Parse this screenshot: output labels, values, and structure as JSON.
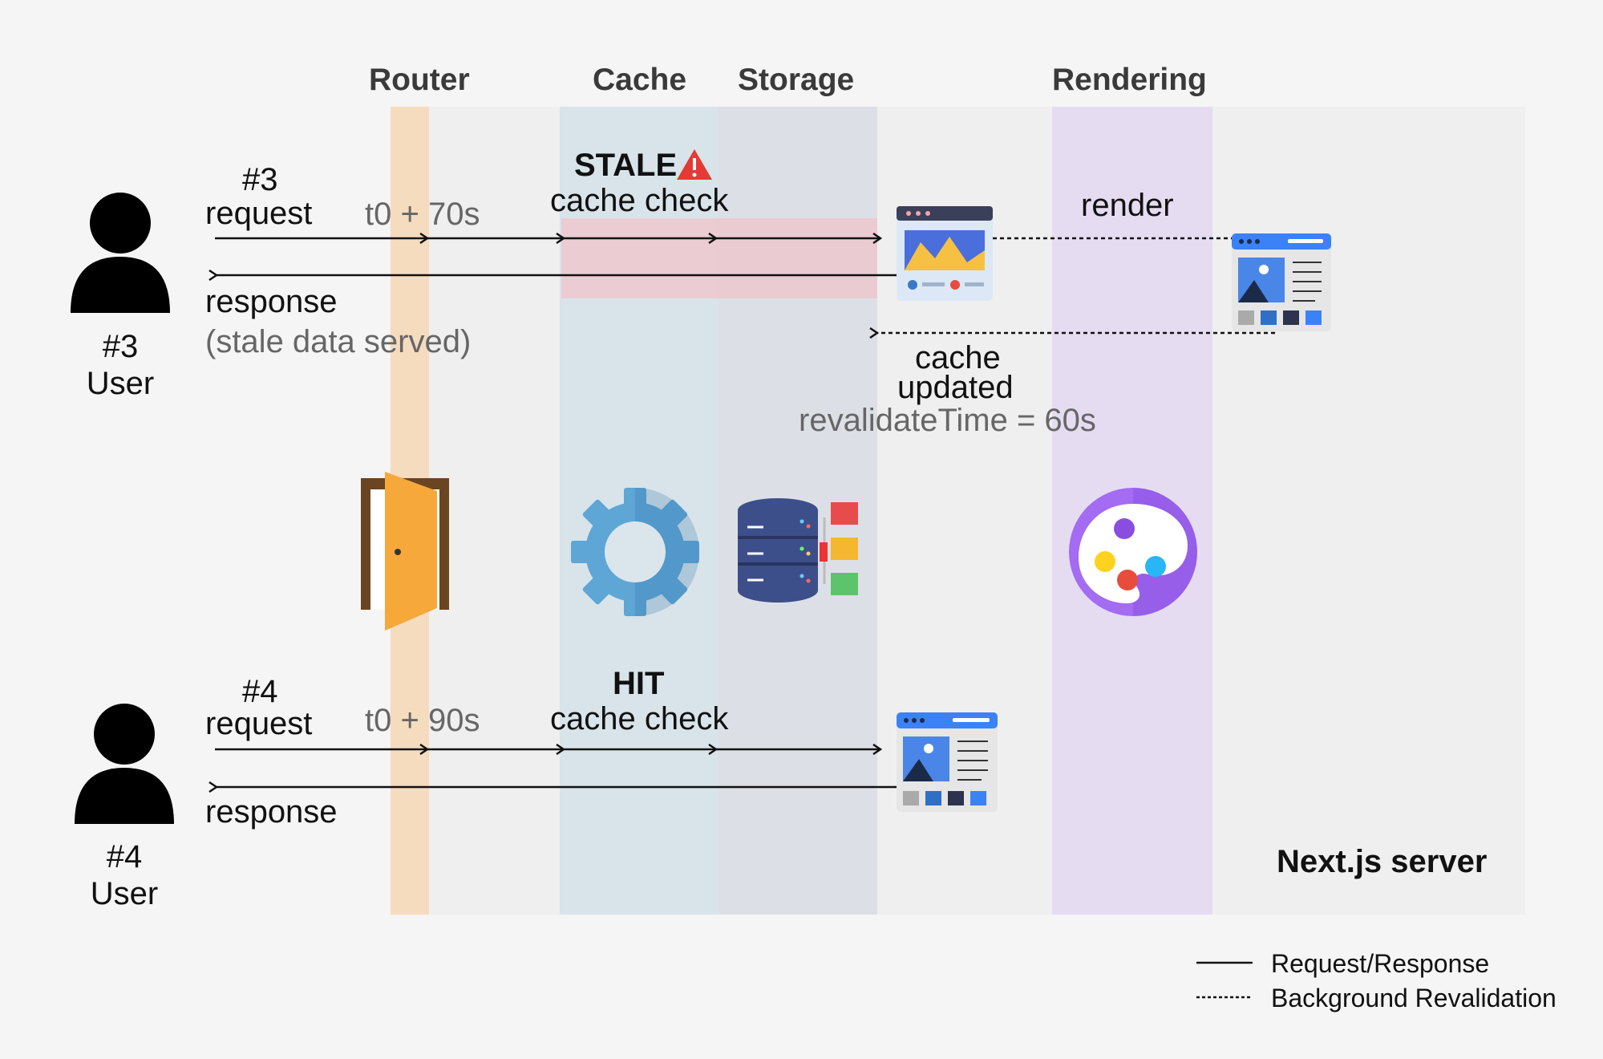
{
  "lanes": {
    "router": "Router",
    "cache": "Cache",
    "storage": "Storage",
    "rendering": "Rendering"
  },
  "server_label": "Next.js server",
  "flow3": {
    "request_num": "#3",
    "request_label": "request",
    "time": "t0 + 70s",
    "status": "STALE",
    "cache_check": "cache check",
    "response_label": "response",
    "response_note": "(stale data served)",
    "user_num": "#3",
    "user_label": "User",
    "render_label": "render",
    "cache_updated_line1": "cache",
    "cache_updated_line2": "updated",
    "revalidate": "revalidateTime = 60s"
  },
  "flow4": {
    "request_num": "#4",
    "request_label": "request",
    "time": "t0 + 90s",
    "status": "HIT",
    "cache_check": "cache check",
    "response_label": "response",
    "user_num": "#4",
    "user_label": "User"
  },
  "legend": {
    "solid": "Request/Response",
    "dotted": "Background Revalidation"
  },
  "icons": {
    "user": "user-icon",
    "router": "door-icon",
    "cache": "gear-icon",
    "storage": "database-icon",
    "rendering": "palette-icon",
    "warning": "warning-icon",
    "page": "webpage-icon"
  },
  "colors": {
    "router_lane": "#f5dcbf",
    "cache_lane": "#d8e4ea",
    "storage_lane": "#dce0e6",
    "rendering_lane": "#e5dcf2",
    "stale_highlight": "#ecc9cf",
    "server_bg": "#efefef"
  }
}
